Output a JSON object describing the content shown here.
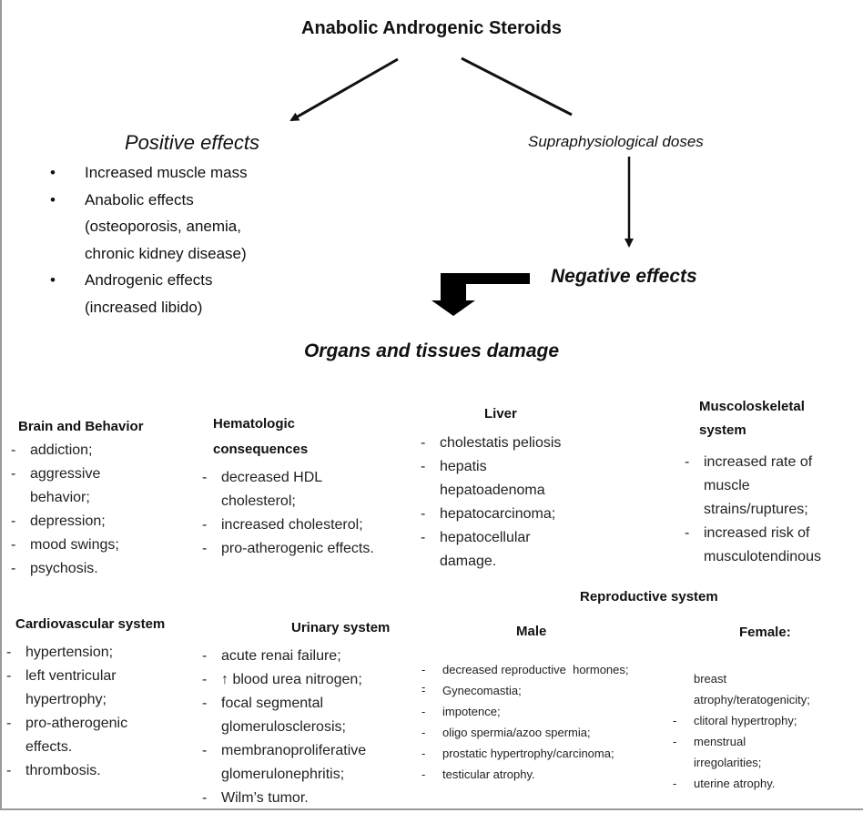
{
  "title": "Anabolic Androgenic Steroids",
  "positive": {
    "heading": "Positive effects",
    "items": [
      "Increased muscle mass",
      "Anabolic effects\n(osteoporosis, anemia,\nchronic kidney disease)",
      "Androgenic effects\n(increased libido)"
    ]
  },
  "supra": "Supraphysiological doses",
  "negative": "Negative effects",
  "organs": "Organs and tissues damage",
  "brain": {
    "heading": "Brain and Behavior",
    "items": [
      "addiction;",
      "aggressive\nbehavior;",
      "depression;",
      "mood swings;",
      "psychosis."
    ]
  },
  "hemato": {
    "heading": "Hematologic\nconsequences",
    "items": [
      "decreased HDL\ncholesterol;",
      "increased cholesterol;",
      "pro-atherogenic effects."
    ]
  },
  "liver": {
    "heading": "Liver",
    "items": [
      "cholestatis peliosis",
      "hepatis\nhepatoadenoma",
      "hepatocarcinoma;",
      "hepatocellular\ndamage."
    ]
  },
  "musculo": {
    "heading": "Muscoloskeletal\nsystem",
    "items": [
      "increased rate of\nmuscle\nstrains/ruptures;",
      "increased risk of\nmusculotendinous"
    ]
  },
  "reproductive": "Reproductive system",
  "cardio": {
    "heading": "Cardiovascular system",
    "items": [
      "hypertension;",
      "left ventricular\nhypertrophy;",
      "pro-atherogenic\neffects.",
      "thrombosis."
    ]
  },
  "urinary": {
    "heading": "Urinary system",
    "items": [
      "acute renai failure;",
      "↑ blood urea nitrogen;",
      "focal segmental\nglomerulosclerosis;",
      "membranoproliferative\nglomerulonephritis;",
      "Wilm’s tumor."
    ]
  },
  "male": {
    "heading": "Male",
    "items": [
      "decreased reproductive  hormones;",
      "",
      "Gynecomastia;",
      "impotence;",
      "oligo spermia/azoo spermia;",
      "prostatic hypertrophy/carcinoma;",
      "testicular atrophy."
    ]
  },
  "female": {
    "heading": "Female:",
    "items": [
      "breast\natrophy/teratogenicity;",
      "clitoral hypertrophy;",
      "menstrual\nirregolarities;",
      "uterine atrophy."
    ]
  }
}
